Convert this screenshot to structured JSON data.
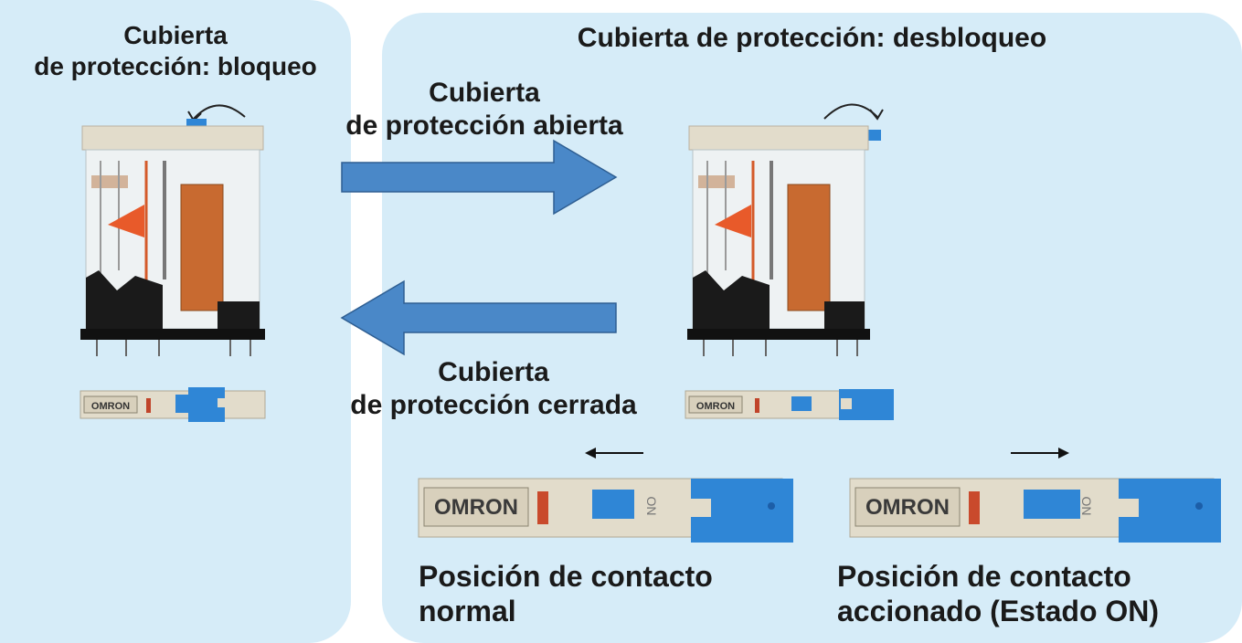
{
  "left_panel": {
    "title_line1": "Cubierta",
    "title_line2": "de protección: bloqueo"
  },
  "right_panel": {
    "title": "Cubierta de protección: desbloqueo"
  },
  "arrow_open": {
    "line1": "Cubierta",
    "line2": "de protección abierta"
  },
  "arrow_close": {
    "line1": "Cubierta",
    "line2": "de protección cerrada"
  },
  "brand": "OMRON",
  "switch_text": "ON",
  "position_normal": {
    "line1": "Posición de contacto",
    "line2": "normal"
  },
  "position_actuated": {
    "line1": "Posición de contacto",
    "line2": "accionado (Estado ON)"
  },
  "colors": {
    "panel_bg": "#d6ecf8",
    "arrow_blue": "#4a88c8",
    "cover_blue": "#2f86d6",
    "relay_beige": "#e2dccb",
    "coil_copper": "#c86a30",
    "lever_orange": "#e85a2a"
  }
}
